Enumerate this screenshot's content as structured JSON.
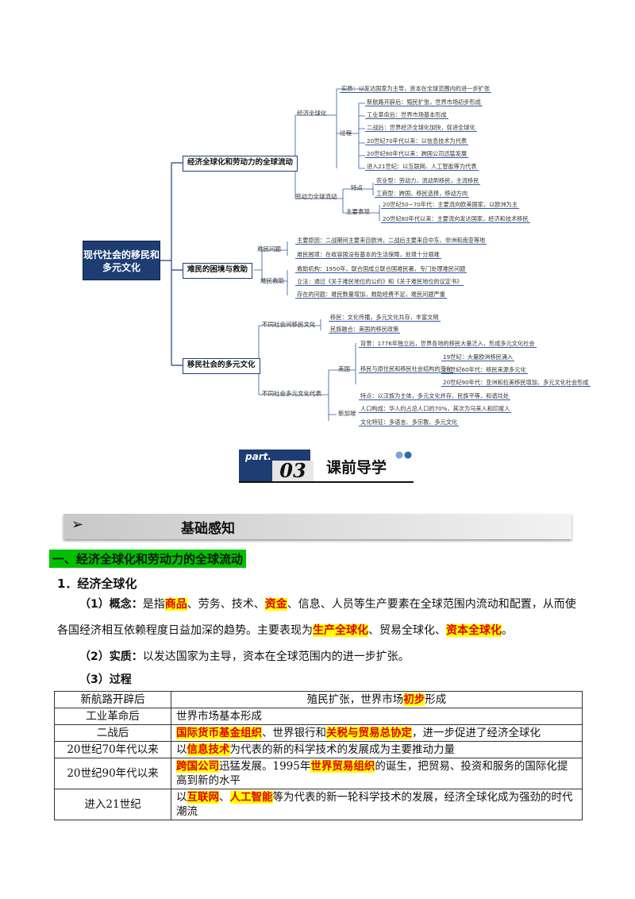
{
  "mindmap": {
    "root": "现代社会的移民和多元文化",
    "branches": [
      {
        "label": "经济全球化和劳动力的全球流动"
      },
      {
        "label": "难民的困境与救助"
      },
      {
        "label": "移民社会的多元文化"
      }
    ],
    "sub": {
      "econ_globalization": "经济全球化",
      "process": "过程",
      "labor_flow": "劳动力全球流动",
      "features": "特点",
      "main_forms": "主要表现",
      "refugee_cause": "难民问题",
      "refugee_rescue": "难民救助",
      "migrant_culture_spread": "不同社会间移民文化",
      "multi_culture": "不同社会多元文化代表",
      "usa": "美国",
      "singapore": "新加坡"
    },
    "leaves": {
      "essence": "实质：以发达国家为主导，资本在全球范围内的进一步扩张",
      "p1": "新航路开辟后：殖民扩张，世界市场初步形成",
      "p2": "工业革命后：世界市场基本形成",
      "p3": "二战后：世界经济全球化加快，促进全球化",
      "p4": "20世纪70年代以来：以信息技术为代表",
      "p5": "20世纪90年代以来：跨国公司迅猛发展",
      "p6": "进入21世纪：以互联网、人工智能等为代表",
      "f1": "农业型：劳动力，流动到移民，主流移民",
      "f2": "工商型：跨国，移民选择，移动方向",
      "m1": "20世纪50~70年代：主要流向欧美国家，以欧洲为主",
      "m2": "20世纪80年代以来：主要流向发达国家，经济和技术移民",
      "r1": "主要原因：二战期间主要来自欧洲，二战后主要来自中东、非洲和南亚等地",
      "r2": "难民困境：在收容国没有基本的生活保障，处境十分艰难",
      "r3": "救助机构：1950年，联合国成立联合国难民署，专门处理难民问题",
      "r4": "立法：通过《关于难民地位的公约》和《关于难民地位的议定书》",
      "r5": "存在的问题：难民数量增加，救助经费不足，难民问题严重",
      "c1": "移民：文化传播，多元文化共存，丰富文明",
      "c2": "民族融合：美国的移民政策",
      "u0": "背景：1776年独立后，世界各地的移民大量迁入，形成多元文化社会",
      "u1": "移民与原住民和移民社会结构的变化",
      "u2": "19世纪：大量欧洲移民涌入",
      "u3": "20世纪60年代：移民来源多元化",
      "u4": "20世纪90年代：亚洲和拉美移民增加，多元文化社会形成",
      "s1": "特点：以汉族为主体，多元文化并存，民族平等，和谐共处",
      "s2": "人口构成：华人约占总人口的70%，其次为马来人和印度人",
      "s3": "文化特征：多语言、多宗教、多元文化"
    }
  },
  "banner": {
    "part_label": "part.",
    "number": "03",
    "title": "课前导学"
  },
  "section": {
    "arrow": "➢",
    "title": "基础感知"
  },
  "heading1": "一、经济全球化和劳动力的全球流动",
  "heading2": "1．经济全球化",
  "concept": {
    "label": "（1）概念：",
    "t1": "是指",
    "hl1": "商品",
    "t2": "、劳务、技术、",
    "hl2": "资金",
    "t3": "、信息、人员等生产要素在全球范围内流动和配置，从而使各国经济相互依赖程度日益加深的趋势。主要表现为",
    "hl3": "生产全球化",
    "t4": "、贸易全球化、",
    "hl4": "资本全球化",
    "t5": "。"
  },
  "essence": {
    "label": "（2）实质：",
    "text": "以发达国家为主导，资本在全球范围内的进一步扩张。"
  },
  "process_label": "（3）过程",
  "table": {
    "rows": [
      {
        "k": "新航路开辟后",
        "a": "殖民扩张，世界市场",
        "hl": "初步",
        "b": "形成"
      },
      {
        "k": "工业革命后",
        "a": "世界市场基本形成"
      },
      {
        "k": "二战后",
        "hl": "国际货币基金组织",
        "a": "、世界银行和",
        "hl2": "关税与贸易总协定",
        "b": "，进一步促进了经济全球化"
      },
      {
        "k": "20世纪70年代以来",
        "a": "以",
        "hl": "信息技术",
        "b": "为代表的新的科学技术的发展成为主要推动力量"
      },
      {
        "k": "20世纪90年代以来",
        "hl": "跨国公司",
        "a": "迅猛发展。1995年",
        "hl2": "世界贸易组织",
        "b": "的诞生，把贸易、投资和服务的国际化提高到新的水平"
      },
      {
        "k": "进入21世纪",
        "a": "以",
        "hl": "互联网",
        "a2": "、",
        "hl2": "人工智能",
        "b": "等为代表的新一轮科学技术的发展，经济全球化成为强劲的时代潮流"
      }
    ]
  }
}
